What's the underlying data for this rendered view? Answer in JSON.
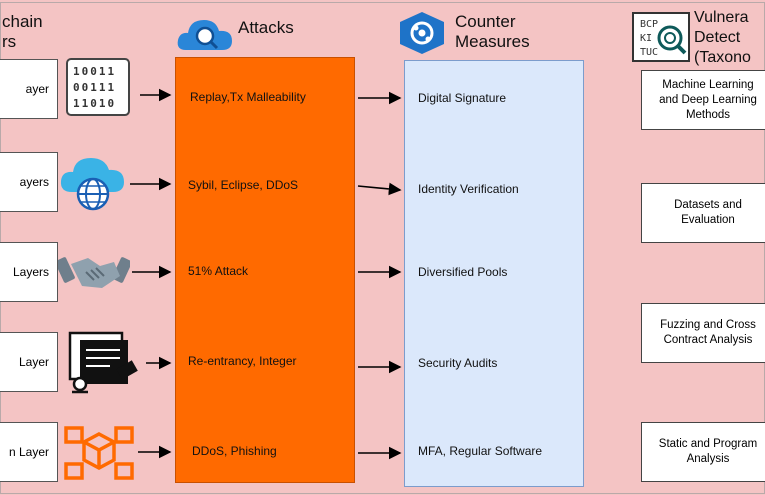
{
  "headers": {
    "layers": "chain\nrs",
    "attacks": "Attacks",
    "counter": "Counter\nMeasures",
    "detect": "Vulnera\nDetect\n(Taxono"
  },
  "layers": [
    "ayer",
    "ayers",
    "Layers",
    "Layer",
    "n Layer"
  ],
  "attacks": [
    "Replay,Tx Malleability",
    "Sybil, Eclipse, DDoS",
    "51% Attack",
    "Re-entrancy, Integer",
    "DDoS, Phishing"
  ],
  "counters": [
    "Digital Signature",
    "Identity Verification",
    "Diversified Pools",
    "Security Audits",
    "MFA, Regular Software"
  ],
  "detection": [
    "Machine Learning\nand Deep Learning\nMethods",
    "Datasets and\nEvaluation",
    "Fuzzing and Cross\nContract Analysis",
    "Static and Program\nAnalysis"
  ],
  "binary_icon": [
    "10011",
    "00111",
    "11010"
  ],
  "taxonomy_icon": [
    "BCP",
    "KI",
    "TUC"
  ],
  "icons": [
    "binary-data-icon",
    "cloud-network-icon",
    "handshake-icon",
    "contract-certificate-icon",
    "blocks-icon",
    "magnifier-cloud-icon",
    "gear-shield-icon",
    "taxonomy-search-icon"
  ],
  "colors": {
    "background": "#f4c4c4",
    "attacks": "#ff6a00",
    "counter": "#dbe8fb",
    "icon_blue": "#1e73c8"
  }
}
